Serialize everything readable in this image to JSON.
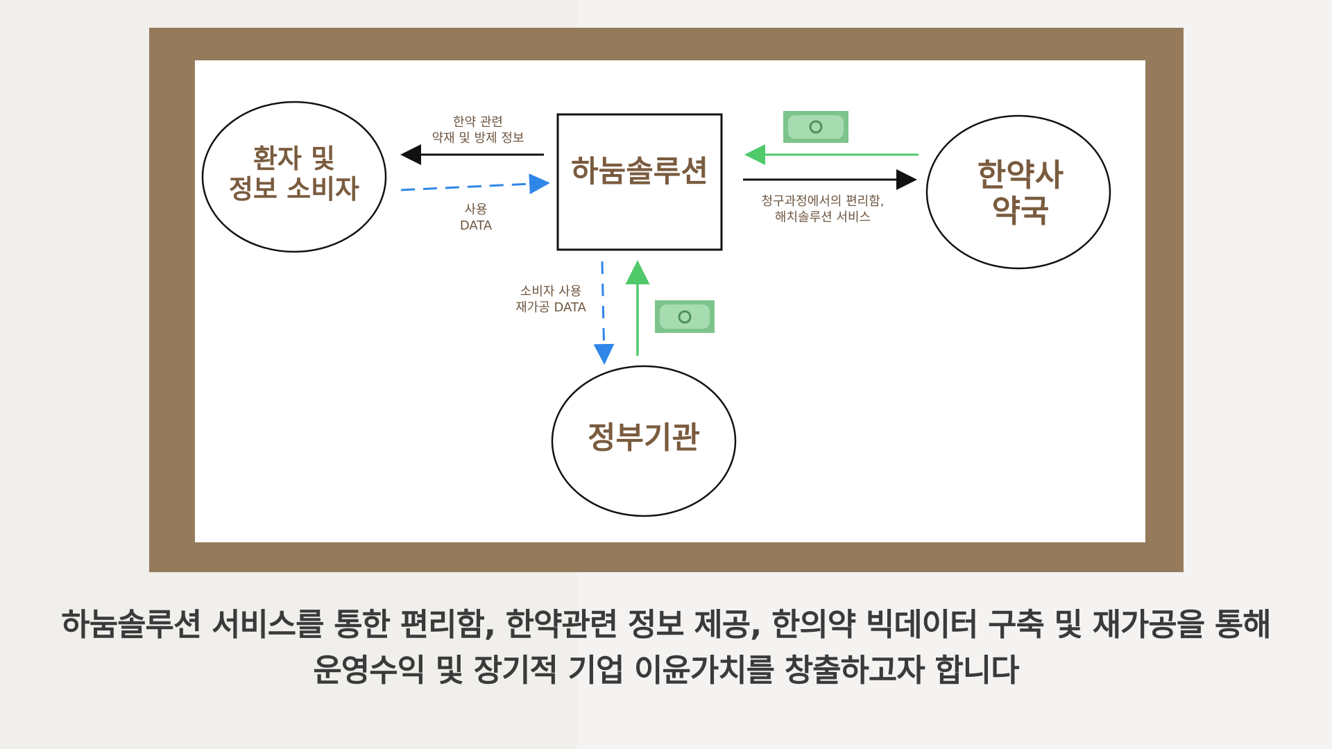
{
  "diagram": {
    "nodes": {
      "consumer": "환자 및\n정보 소비자",
      "solution": "하눔솔루션",
      "pharmacy": "한약사\n약국",
      "government": "정부기관"
    },
    "edges": {
      "to_consumer": "한약 관련\n약재 및 방제 정보",
      "consumer_data": "사용\nDATA",
      "to_pharmacy": "청구과정에서의 편리함,\n해치솔루션 서비스",
      "to_government": "소비자 사용\n재가공 DATA"
    },
    "colors": {
      "frame": "#957b5c",
      "node_text": "#7a5b3e",
      "data_arrow": "#2f86e8",
      "money_arrow": "#4fc969",
      "money_bill": "#7cc48b"
    }
  },
  "caption": {
    "line1": "하눔솔루션 서비스를 통한 편리함, 한약관련 정보 제공, 한의약 빅데이터 구축 및 재가공을 통해",
    "line2": "운영수익 및 장기적 기업 이윤가치를 창출하고자 합니다"
  }
}
